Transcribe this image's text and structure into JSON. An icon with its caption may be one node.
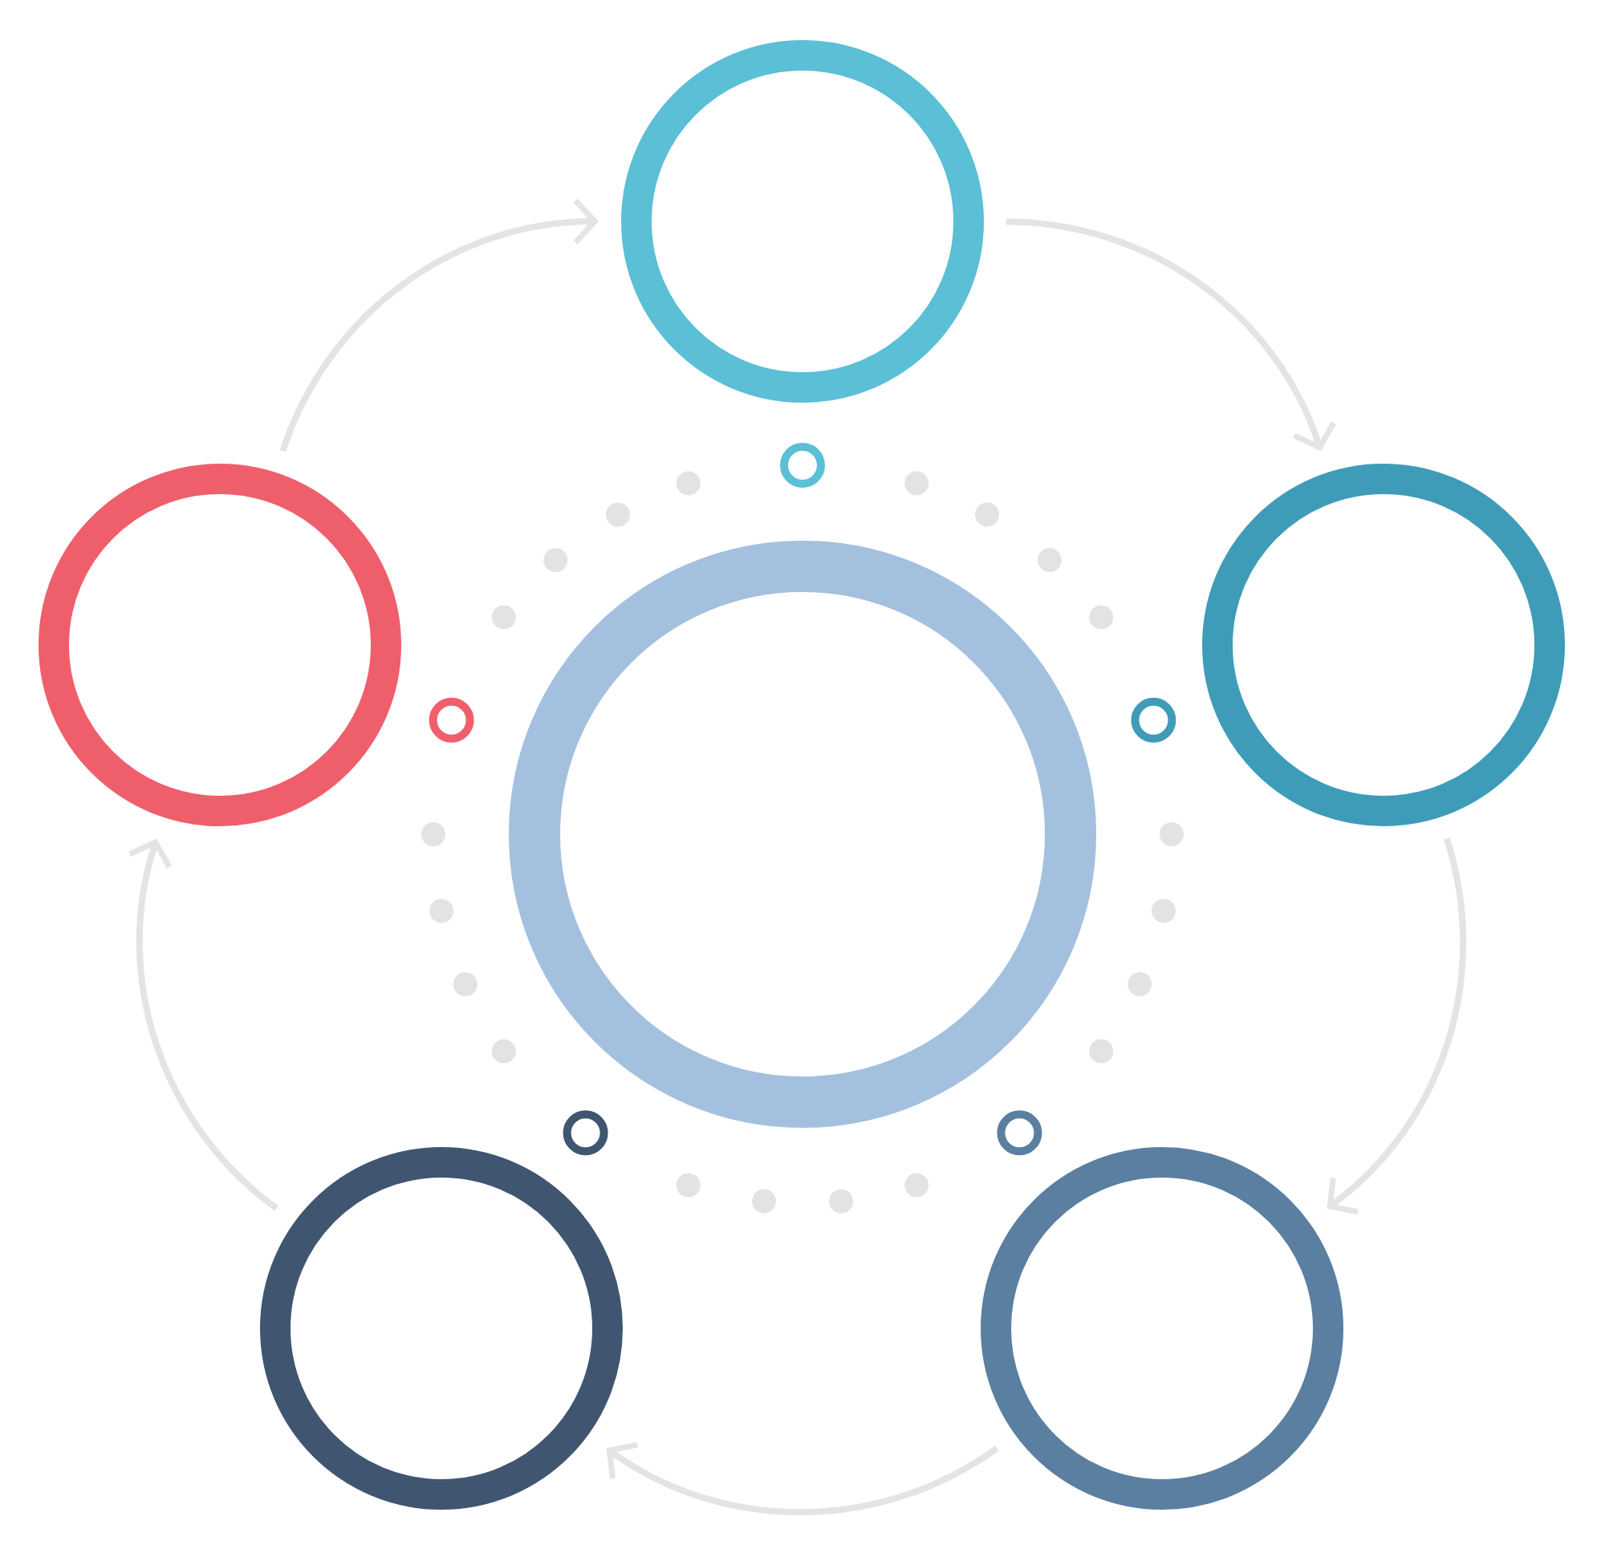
{
  "diagram": {
    "nodes": [
      {
        "text": [],
        "shape": "circle"
      },
      {
        "text": [],
        "shape": "circle"
      },
      {
        "text": [],
        "shape": "circle"
      },
      {
        "text": [],
        "shape": "circle"
      },
      {
        "text": [],
        "shape": "circle"
      },
      {
        "text": [],
        "shape": "circle"
      }
    ],
    "edges": [
      {
        "from": 0,
        "to": 2,
        "arrow": "to"
      },
      {
        "from": 2,
        "to": 5,
        "arrow": "to"
      },
      {
        "from": 5,
        "to": 4,
        "arrow": "to"
      },
      {
        "from": 4,
        "to": 1,
        "arrow": "to"
      },
      {
        "from": 1,
        "to": 0,
        "arrow": "to"
      }
    ]
  }
}
